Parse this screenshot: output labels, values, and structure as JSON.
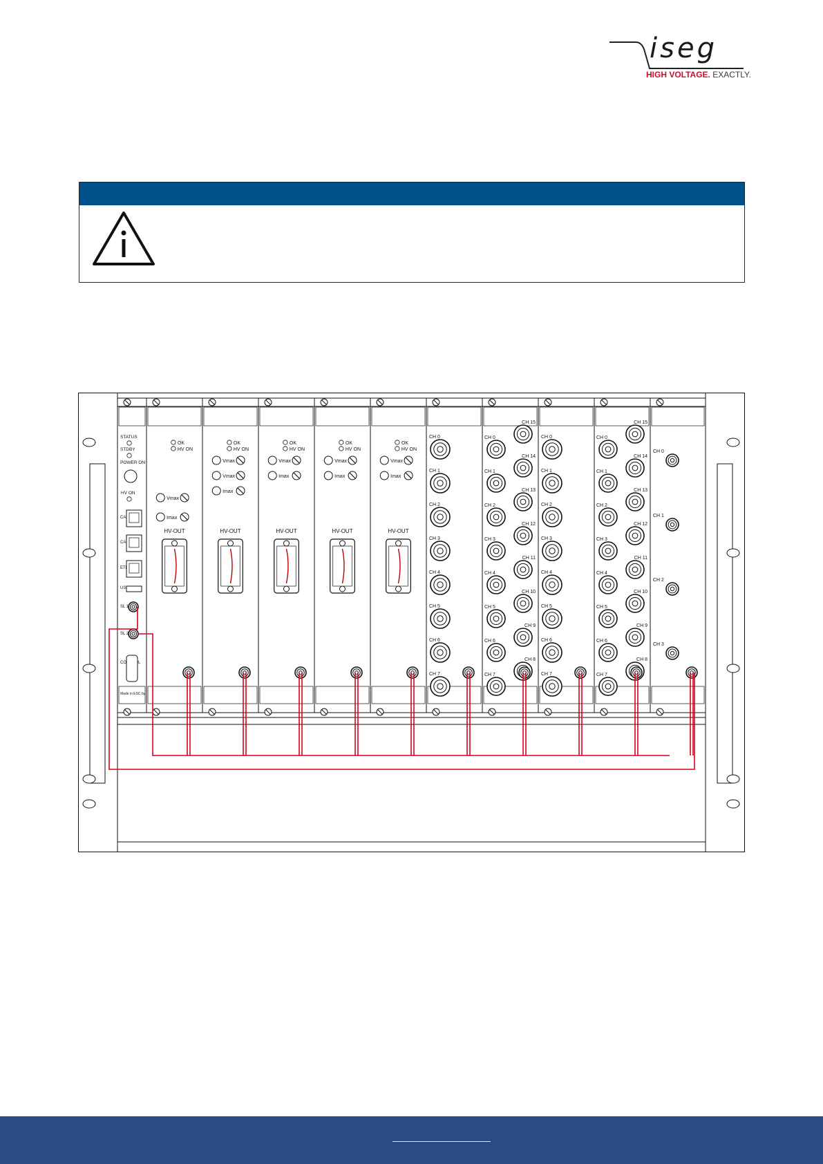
{
  "logo": {
    "wordmark": "iseg",
    "tagline_accent": "HIGH VOLTAGE.",
    "tagline_rest": "EXACTLY.",
    "accent_color": "#c8102e"
  },
  "note": {
    "header_color": "#00518a",
    "icon": "info-warning-triangle-icon",
    "text": ""
  },
  "rack": {
    "wire_color": "#d0021b",
    "controller": {
      "labels": [
        "STATUS",
        "STDBY",
        "POWER ON",
        "HV ON",
        "CAN 1",
        "CAN 2",
        "ETH",
        "USB",
        "SL 1",
        "SL 2",
        "CONTROL"
      ],
      "made_in": "Made in ESC by"
    },
    "modules": [
      {
        "type": "multipin",
        "leds": [
          "OK",
          "HV ON"
        ],
        "controls": [
          "Vmax",
          "Imax"
        ],
        "connector": "HV-OUT"
      },
      {
        "type": "multipin",
        "leds": [
          "OK",
          "HV ON"
        ],
        "controls": [
          "Vmax",
          "Vmax",
          "Imax"
        ],
        "connector": "HV-OUT"
      },
      {
        "type": "multipin",
        "leds": [
          "OK",
          "HV ON"
        ],
        "controls": [
          "Vmax",
          "Imax"
        ],
        "connector": "HV-OUT"
      },
      {
        "type": "multipin",
        "leds": [
          "OK",
          "HV ON"
        ],
        "controls": [
          "Vmax",
          "Imax"
        ],
        "connector": "HV-OUT"
      },
      {
        "type": "multipin",
        "leds": [
          "OK",
          "HV ON"
        ],
        "controls": [
          "Vmax",
          "Imax"
        ],
        "connector": "HV-OUT"
      },
      {
        "type": "shv8",
        "channels": [
          "CH 0",
          "CH 1",
          "CH 2",
          "CH 3",
          "CH 4",
          "CH 5",
          "CH 6",
          "CH 7"
        ]
      },
      {
        "type": "shv16",
        "channels_left": [
          "CH 0",
          "CH 1",
          "CH 2",
          "CH 3",
          "CH 4",
          "CH 5",
          "CH 6",
          "CH 7"
        ],
        "channels_right": [
          "CH 15",
          "CH 14",
          "CH 13",
          "CH 12",
          "CH 11",
          "CH 10",
          "CH 9",
          "CH 8"
        ]
      },
      {
        "type": "lemo8",
        "channels": [
          "CH 0",
          "CH 1",
          "CH 2",
          "CH 3",
          "CH 4",
          "CH 5",
          "CH 6",
          "CH 7"
        ]
      },
      {
        "type": "lemo16",
        "channels_left": [
          "CH 0",
          "CH 1",
          "CH 2",
          "CH 3",
          "CH 4",
          "CH 5",
          "CH 6",
          "CH 7"
        ],
        "channels_right": [
          "CH 15",
          "CH 14",
          "CH 13",
          "CH 12",
          "CH 11",
          "CH 10",
          "CH 9",
          "CH 8"
        ]
      },
      {
        "type": "shv4",
        "channels": [
          "CH 0",
          "CH 1",
          "CH 2",
          "CH 3"
        ]
      }
    ]
  }
}
